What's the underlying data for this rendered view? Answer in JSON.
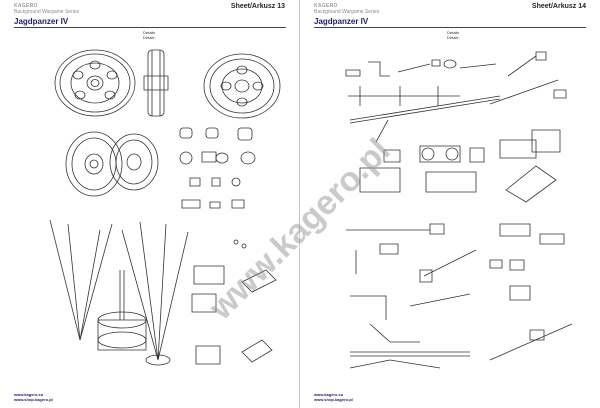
{
  "left_page": {
    "brand_line1": "KAGERO",
    "brand_line2": "Background Wargame Series",
    "title": "Jagdpanzer IV",
    "sheet": "Sheet/Arkusz 13",
    "caption_line1": "Details",
    "caption_line2": "Detale",
    "footer_line1": "www.kagero.eu",
    "footer_line2": "www.shop.kagero.pl"
  },
  "right_page": {
    "brand_line1": "KAGERO",
    "brand_line2": "Background Wargame Series",
    "title": "Jagdpanzer IV",
    "sheet": "Sheet/Arkusz 14",
    "caption_line1": "Details",
    "caption_line2": "Detale",
    "footer_line1": "www.kagero.eu",
    "footer_line2": "www.shop.kagero.pl"
  },
  "watermark": "www.kagero.pl",
  "colors": {
    "title_blue": "#1a1a7a",
    "line": "#333333",
    "watermark": "#969696"
  }
}
